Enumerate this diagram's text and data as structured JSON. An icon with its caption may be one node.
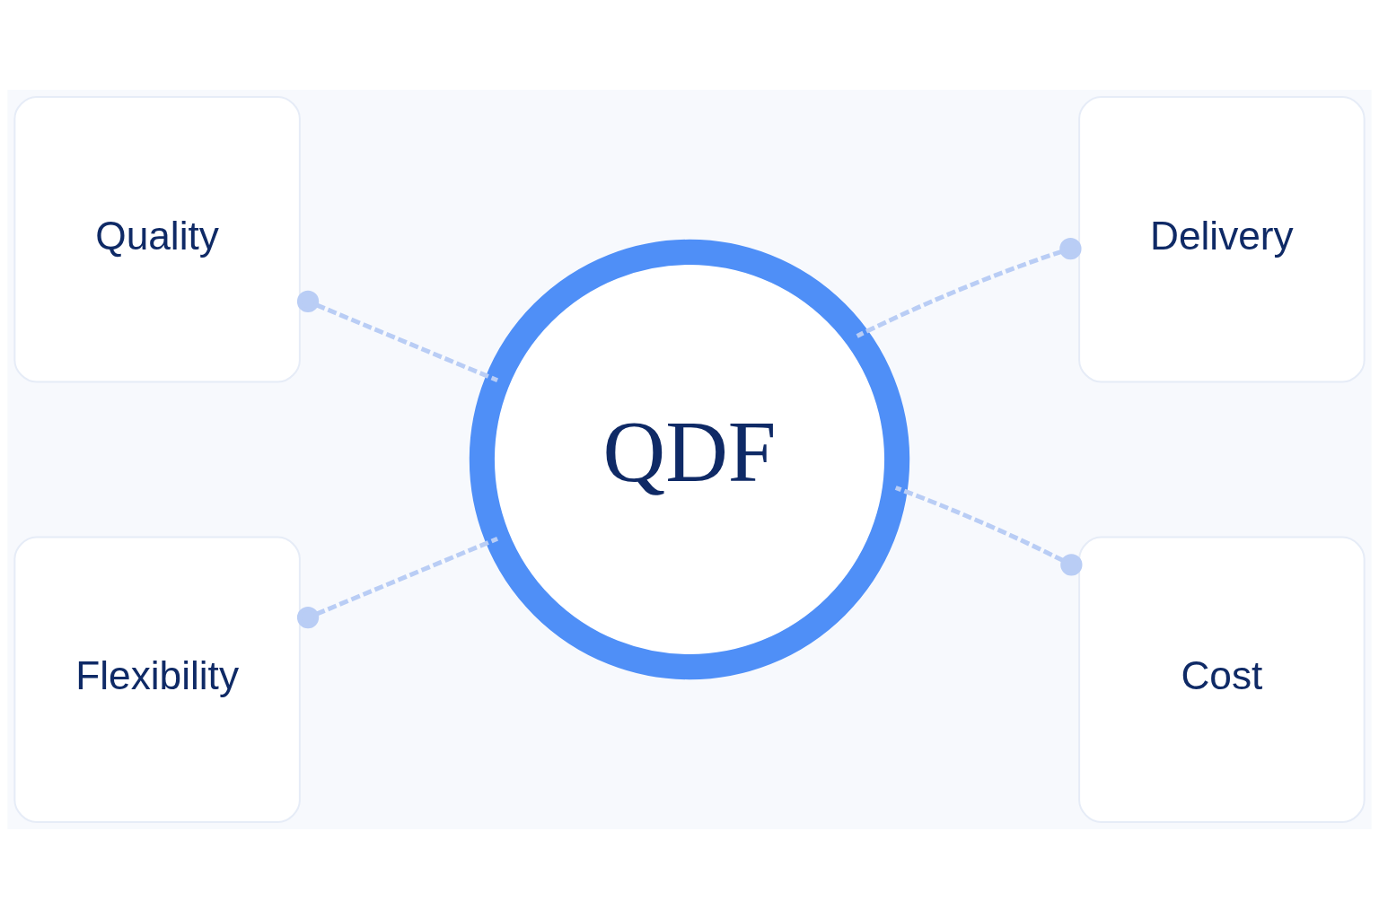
{
  "diagram": {
    "nodes": [
      {
        "text": [
          "Quality"
        ]
      },
      {
        "text": [
          "Delivery"
        ]
      },
      {
        "text": [
          "QDF"
        ]
      },
      {
        "text": [
          "Flexibility"
        ]
      },
      {
        "text": [
          "Cost"
        ]
      }
    ],
    "edges": [
      {
        "from": 0,
        "to": 2,
        "arrow": "other",
        "style": "dashed"
      },
      {
        "from": 1,
        "to": 2,
        "arrow": "other",
        "style": "dashed"
      },
      {
        "from": 3,
        "to": 2,
        "arrow": "other",
        "style": "dashed"
      },
      {
        "from": 4,
        "to": 2,
        "arrow": "other",
        "style": "dashed"
      }
    ]
  }
}
